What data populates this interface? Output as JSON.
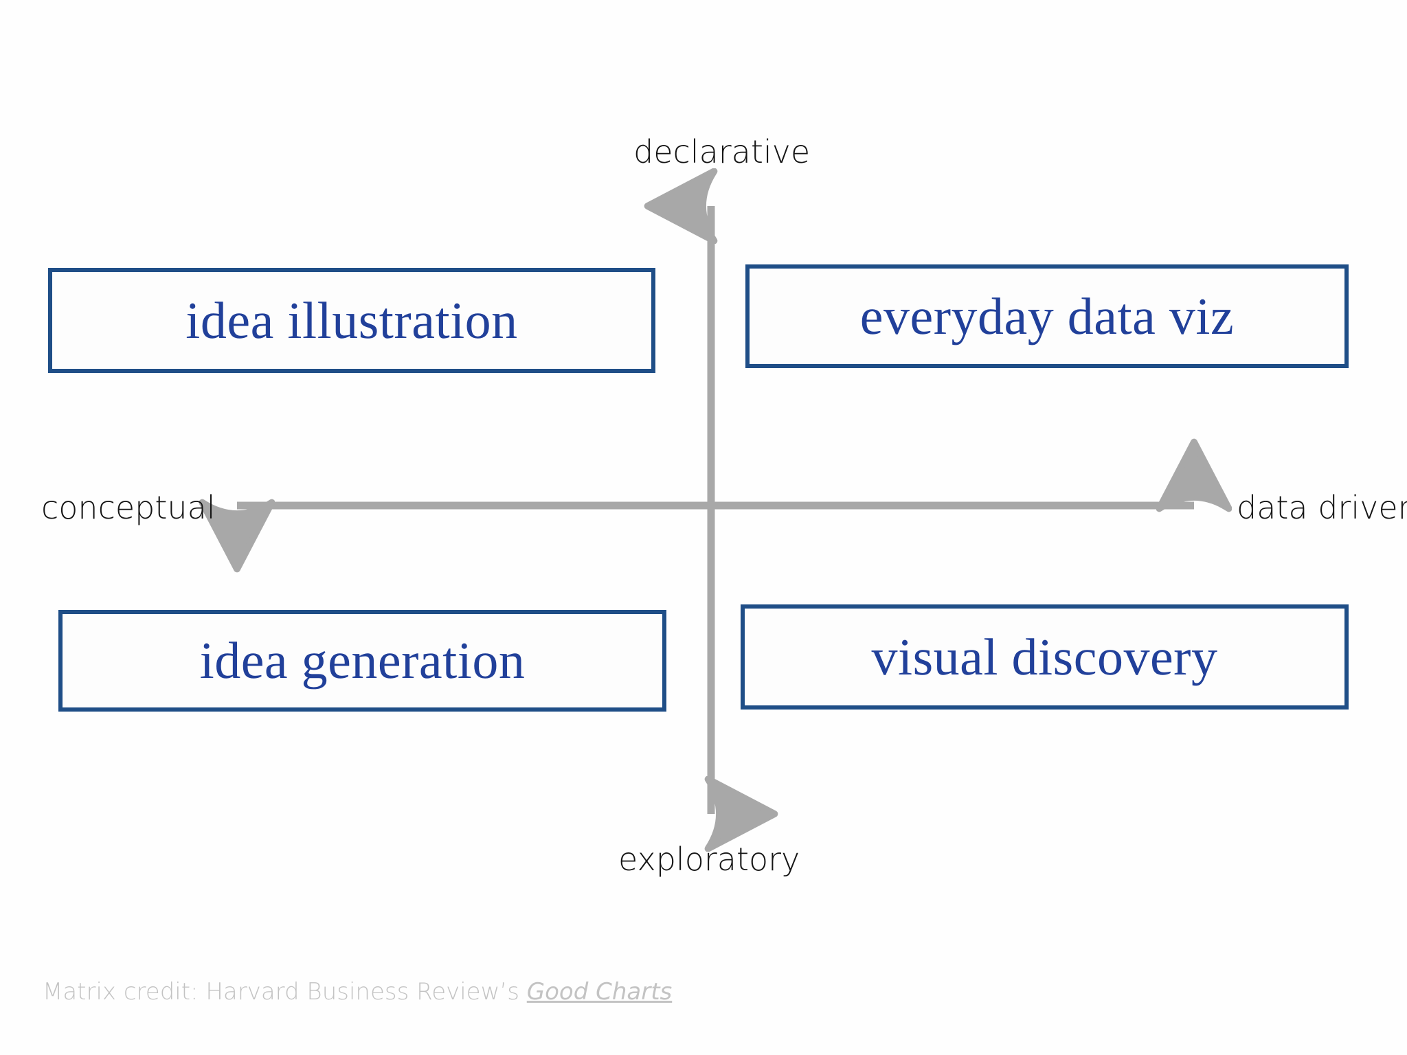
{
  "chart_data": {
    "type": "scatter",
    "title": "",
    "subtitle": "",
    "xlabel": "",
    "ylabel": "",
    "layout": "2x2-quadrant-matrix",
    "axes": {
      "vertical": {
        "top_label": "declarative",
        "bottom_label": "exploratory",
        "arrowheads": "both",
        "color": "#a8a8a8"
      },
      "horizontal": {
        "left_label": "conceptual",
        "right_label": "data driven",
        "arrowheads": "both",
        "color": "#a8a8a8"
      }
    },
    "grid": false,
    "legend": "none",
    "quadrants": [
      {
        "id": "top-left",
        "label": "idea illustration",
        "x": "conceptual",
        "y": "declarative"
      },
      {
        "id": "top-right",
        "label": "everyday data viz",
        "x": "data driven",
        "y": "declarative"
      },
      {
        "id": "bottom-left",
        "label": "idea generation",
        "x": "conceptual",
        "y": "exploratory"
      },
      {
        "id": "bottom-right",
        "label": "visual discovery",
        "x": "data driven",
        "y": "exploratory"
      }
    ],
    "annotations": [
      "Matrix credit: Harvard Business Review's Good Charts"
    ]
  },
  "matrix": {
    "quadrants": {
      "top_left": "idea illustration",
      "top_right": "everyday data viz",
      "bottom_left": "idea generation",
      "bottom_right": "visual discovery"
    },
    "axis_labels": {
      "top": "declarative",
      "bottom": "exploratory",
      "left": "conceptual",
      "right": "data driven"
    }
  },
  "credit": {
    "prefix": "Matrix credit: Harvard Business Review’s ",
    "title": "Good Charts"
  },
  "colors": {
    "box_border": "#1f4e87",
    "box_text": "#21409a",
    "axis": "#a8a8a8",
    "axis_label": "#151515",
    "credit": "#c3c3c3",
    "background": "#fefefe"
  }
}
